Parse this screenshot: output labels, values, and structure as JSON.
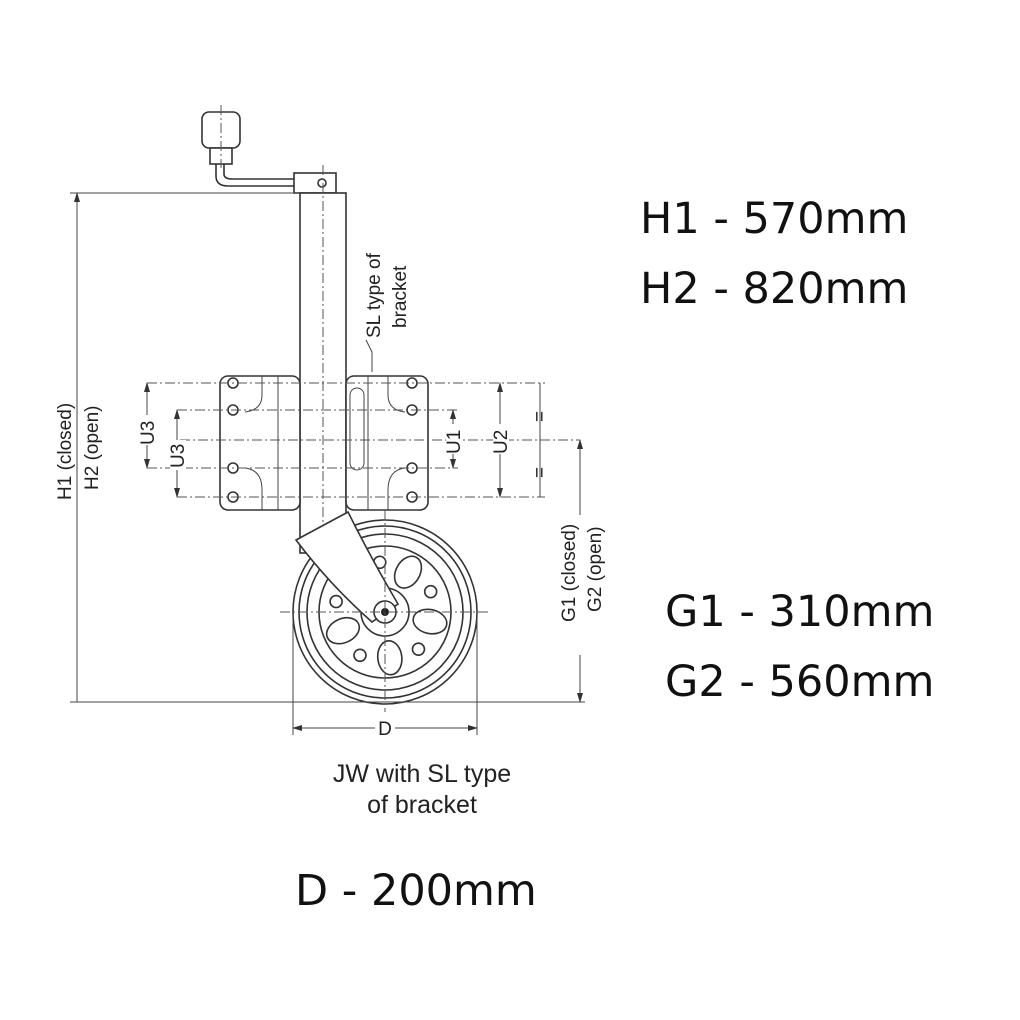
{
  "diagram": {
    "labels": {
      "h_dim": [
        "H1 (closed)",
        "H2 (open)"
      ],
      "g_dim": [
        "G1 (closed)",
        "G2 (open)"
      ],
      "u3_outer": "U3",
      "u3_inner": "U3",
      "u1": "U1",
      "u2": "U2",
      "d": "D",
      "bracket_callout": [
        "SL type of",
        "bracket"
      ],
      "equal_mark": "="
    },
    "caption": [
      "JW with SL type",
      "of bracket"
    ],
    "specs": {
      "h1": "H1 - 570mm",
      "h2": "H2 - 820mm",
      "g1": "G1 - 310mm",
      "g2": "G2 - 560mm",
      "d": "D - 200mm"
    }
  }
}
